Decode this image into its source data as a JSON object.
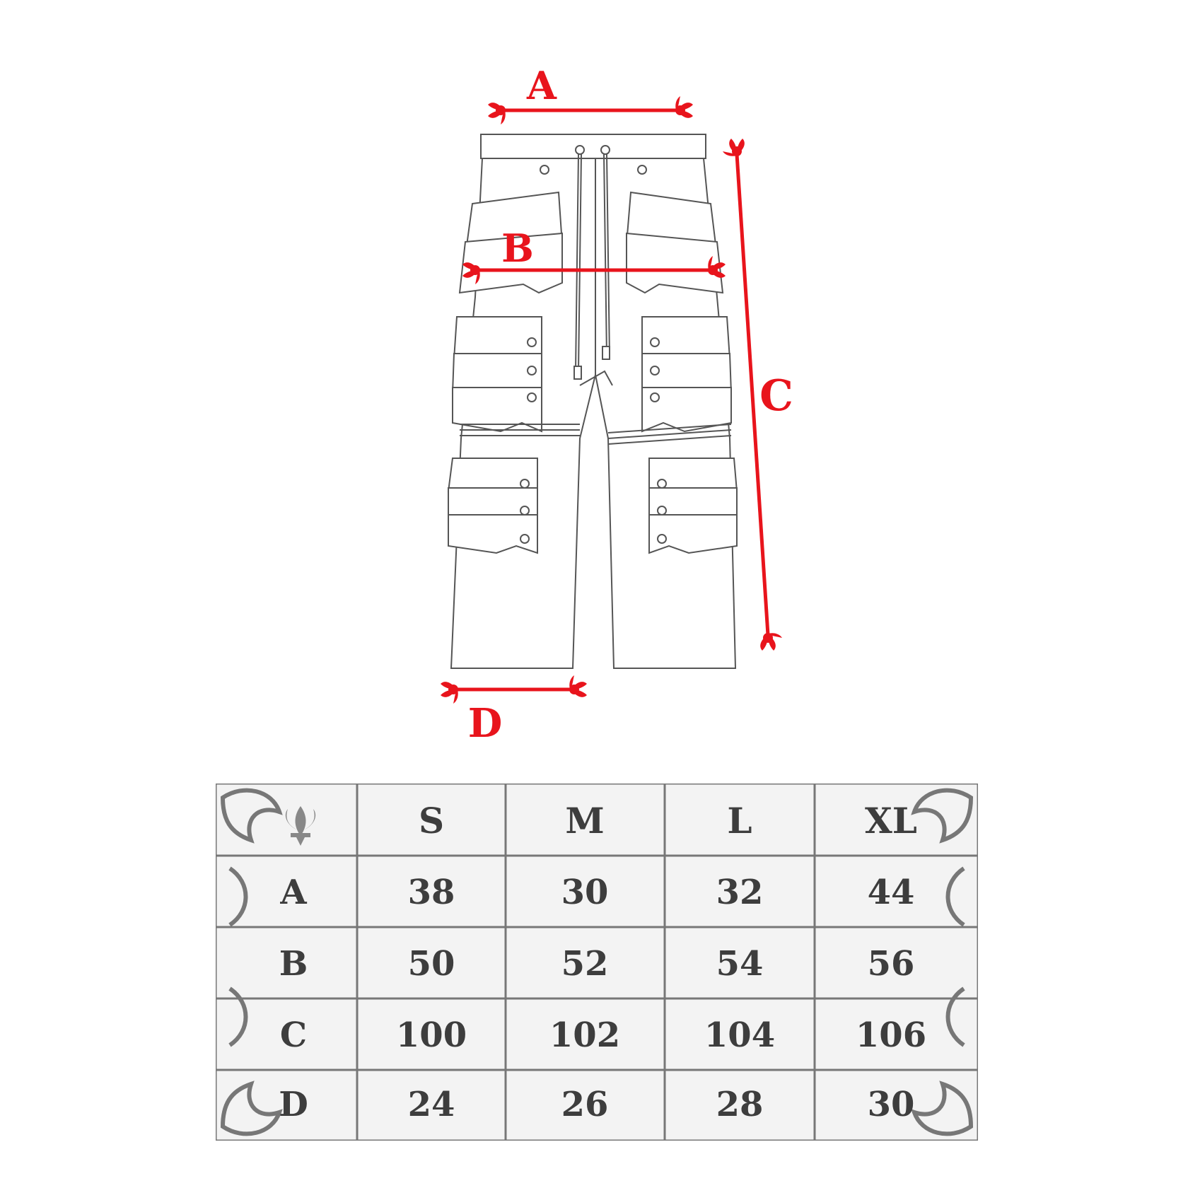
{
  "diagram": {
    "labels": {
      "a": "A",
      "b": "B",
      "c": "C",
      "d": "D"
    },
    "colors": {
      "measure": "#e8141c",
      "outline": "#555555",
      "table_text": "#3d3d3d",
      "ornament": "#777777"
    },
    "icons": {
      "corner_emblem": "fleur-de-lis-icon"
    }
  },
  "size_table": {
    "columns": [
      "S",
      "M",
      "L",
      "XL"
    ],
    "rows": [
      {
        "label": "A",
        "values": [
          "38",
          "30",
          "32",
          "44"
        ]
      },
      {
        "label": "B",
        "values": [
          "50",
          "52",
          "54",
          "56"
        ]
      },
      {
        "label": "C",
        "values": [
          "100",
          "102",
          "104",
          "106"
        ]
      },
      {
        "label": "D",
        "values": [
          "24",
          "26",
          "28",
          "30"
        ]
      }
    ]
  }
}
